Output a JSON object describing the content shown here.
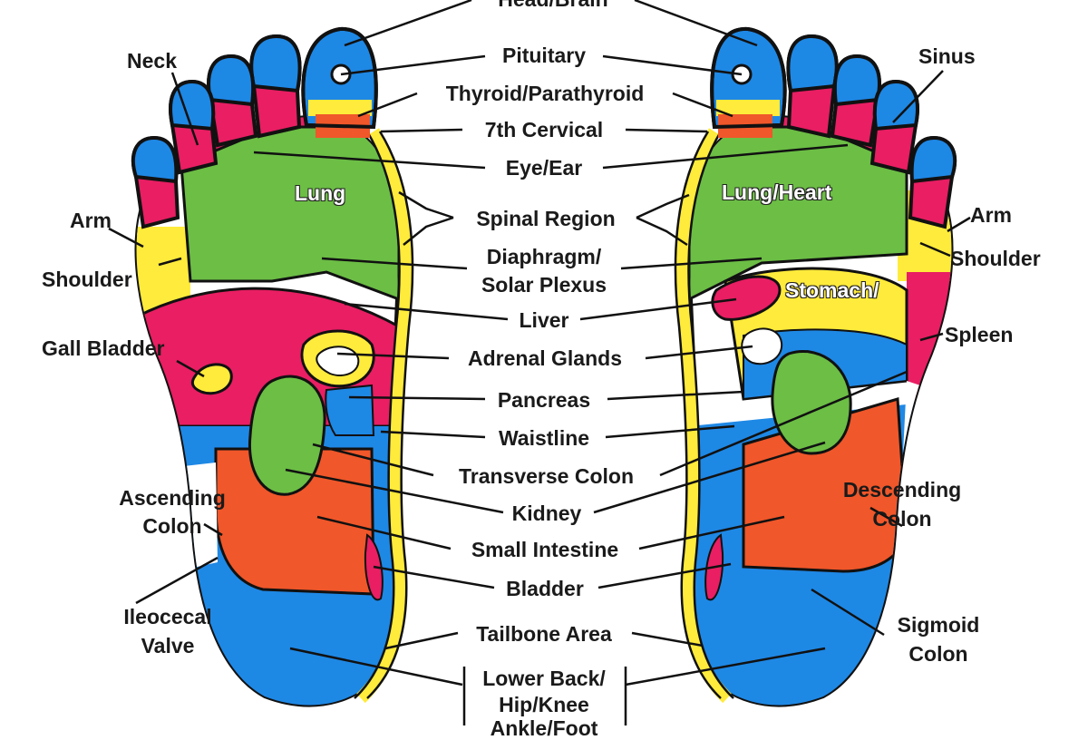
{
  "colors": {
    "blue": "#1E88E5",
    "pink": "#E91E63",
    "yellow": "#FFEB3B",
    "green": "#6CBE45",
    "orange": "#F0572A",
    "outline": "#111111",
    "white": "#FFFFFF"
  },
  "labels": {
    "head_brain": "Head/Brain",
    "pituitary": "Pituitary",
    "thyroid": "Thyroid/Parathyroid",
    "cervical": "7th Cervical",
    "eye_ear": "Eye/Ear",
    "spinal": "Spinal Region",
    "diaphragm_1": "Diaphragm/",
    "diaphragm_2": "Solar Plexus",
    "liver": "Liver",
    "adrenal": "Adrenal Glands",
    "pancreas": "Pancreas",
    "waistline": "Waistline",
    "transverse": "Transverse Colon",
    "kidney": "Kidney",
    "small_intestine": "Small Intestine",
    "bladder": "Bladder",
    "tailbone": "Tailbone Area",
    "lower_back_1": "Lower Back/",
    "lower_back_2": "Hip/Knee",
    "lower_back_3": "Ankle/Foot",
    "neck": "Neck",
    "sinus": "Sinus",
    "arm_left": "Arm",
    "arm_right": "Arm",
    "shoulder_left": "Shoulder",
    "shoulder_right": "Shoulder",
    "lung": "Lung",
    "lung_heart": "Lung/Heart",
    "stomach": "Stomach/",
    "gall_bladder": "Gall Bladder",
    "spleen": "Spleen",
    "ascending_1": "Ascending",
    "ascending_2": "Colon",
    "descending_1": "Descending",
    "descending_2": "Colon",
    "ileocecal_1": "Ileocecal",
    "ileocecal_2": "Valve",
    "sigmoid_1": "Sigmoid",
    "sigmoid_2": "Colon"
  }
}
